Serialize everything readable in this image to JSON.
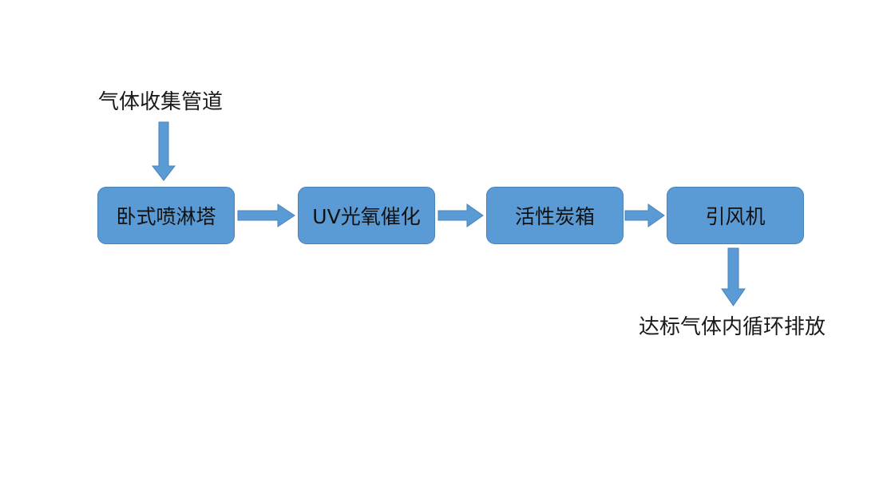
{
  "input_label": "气体收集管道",
  "output_label": "达标气体内循环排放",
  "nodes": [
    {
      "label": "卧式喷淋塔"
    },
    {
      "label": "UV光氧催化"
    },
    {
      "label": "活性炭箱"
    },
    {
      "label": "引风机"
    }
  ],
  "colors": {
    "node_fill": "#5b9bd5",
    "node_border": "#4a83b8",
    "arrow": "#5b9bd5"
  }
}
